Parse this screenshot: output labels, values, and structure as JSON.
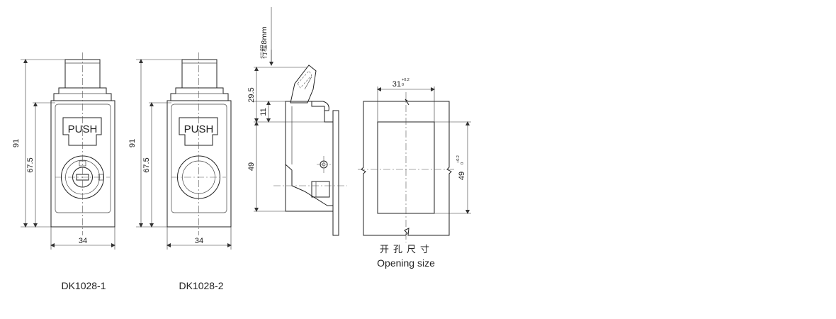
{
  "lock_1": {
    "model": "DK1028-1",
    "button_text": "PUSH",
    "dim_height": "91",
    "dim_center": "67.5",
    "dim_width": "34"
  },
  "lock_2": {
    "model": "DK1028-2",
    "button_text": "PUSH",
    "dim_height": "91",
    "dim_center": "67.5",
    "dim_width": "34"
  },
  "side_view": {
    "stroke_label": "行程8mm",
    "dim_top": "29.5",
    "dim_mid": "11",
    "dim_bottom": "49"
  },
  "opening": {
    "width_value": "31",
    "width_tol_upper": "+0.2",
    "width_tol_lower": "0",
    "height_value": "49",
    "height_tol_upper": "+0.2",
    "height_tol_lower": "0",
    "caption_cn": "开孔尺寸",
    "caption_en": "Opening size"
  }
}
